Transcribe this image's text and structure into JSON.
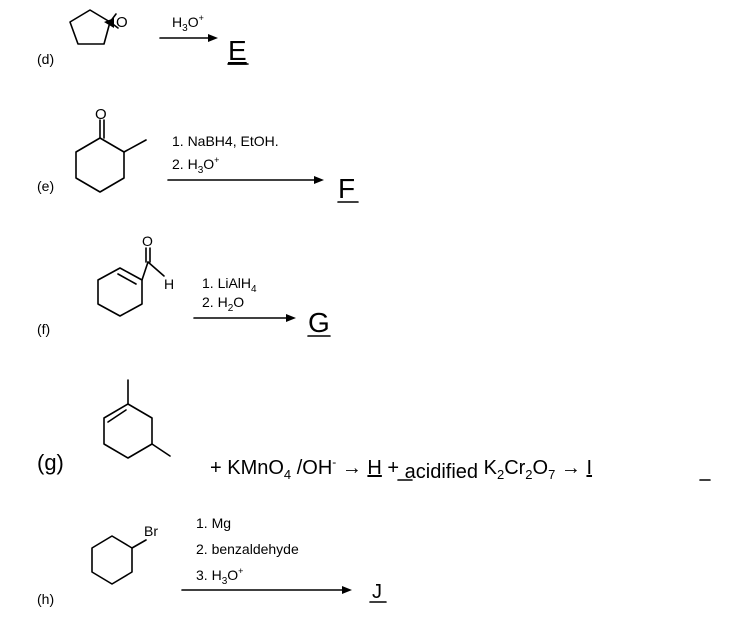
{
  "reactions": [
    {
      "id": "d",
      "label": "(d)",
      "reagents": [
        "H3O+"
      ],
      "product": "E",
      "atom_labels": [
        "O"
      ]
    },
    {
      "id": "e",
      "label": "(e)",
      "reagents": [
        "1. NaBH4, EtOH.",
        "2. H3O+"
      ],
      "product": "F",
      "atom_labels": [
        "O"
      ]
    },
    {
      "id": "f",
      "label": "(f)",
      "reagents": [
        "1. LiAlH4",
        "2. H2O"
      ],
      "product": "G",
      "atom_labels": [
        "O",
        "H"
      ]
    },
    {
      "id": "g",
      "label": "(g)",
      "scheme_parts": [
        "+ KMnO",
        "4",
        " /OH",
        "-",
        " → ",
        "H",
        " + ",
        "acidified",
        " K",
        "2",
        "Cr",
        "2",
        "O",
        "7",
        " → ",
        "I"
      ]
    },
    {
      "id": "h",
      "label": "(h)",
      "reagents": [
        "1. Mg",
        "2. benzaldehyde",
        "3. H3O+"
      ],
      "product": "J",
      "atom_labels": [
        "Br"
      ]
    }
  ]
}
